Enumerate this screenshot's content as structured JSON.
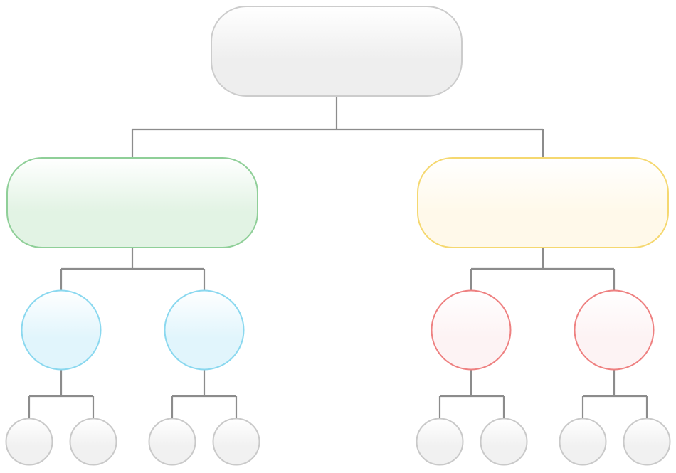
{
  "diagram": {
    "type": "hierarchy-tree",
    "label_text": "none",
    "colors": {
      "connector": "#8c8c8c",
      "root": {
        "fill": "#eeeeee",
        "stroke": "#cccccc"
      },
      "branch_left": {
        "fill": "#e2f3e4",
        "stroke": "#8fcf98"
      },
      "branch_right": {
        "fill": "#fff9ea",
        "stroke": "#f5d870"
      },
      "child_blue": {
        "fill": "#e1f5fc",
        "stroke": "#8ad8ef"
      },
      "child_red": {
        "fill": "#fdf3f4",
        "stroke": "#ee8080"
      },
      "leaf": {
        "fill": "#f1f1f1",
        "stroke": "#c9c9c9"
      }
    },
    "root": {
      "label": "",
      "shape": "rounded-rect",
      "color": "root",
      "children": [
        {
          "label": "",
          "shape": "rounded-rect",
          "color": "branch_left",
          "children": [
            {
              "label": "",
              "shape": "circle",
              "color": "child_blue",
              "children": [
                {
                  "label": "",
                  "shape": "circle",
                  "color": "leaf"
                },
                {
                  "label": "",
                  "shape": "circle",
                  "color": "leaf"
                }
              ]
            },
            {
              "label": "",
              "shape": "circle",
              "color": "child_blue",
              "children": [
                {
                  "label": "",
                  "shape": "circle",
                  "color": "leaf"
                },
                {
                  "label": "",
                  "shape": "circle",
                  "color": "leaf"
                }
              ]
            }
          ]
        },
        {
          "label": "",
          "shape": "rounded-rect",
          "color": "branch_right",
          "children": [
            {
              "label": "",
              "shape": "circle",
              "color": "child_red",
              "children": [
                {
                  "label": "",
                  "shape": "circle",
                  "color": "leaf"
                },
                {
                  "label": "",
                  "shape": "circle",
                  "color": "leaf"
                }
              ]
            },
            {
              "label": "",
              "shape": "circle",
              "color": "child_red",
              "children": [
                {
                  "label": "",
                  "shape": "circle",
                  "color": "leaf"
                },
                {
                  "label": "",
                  "shape": "circle",
                  "color": "leaf"
                }
              ]
            }
          ]
        }
      ]
    }
  }
}
